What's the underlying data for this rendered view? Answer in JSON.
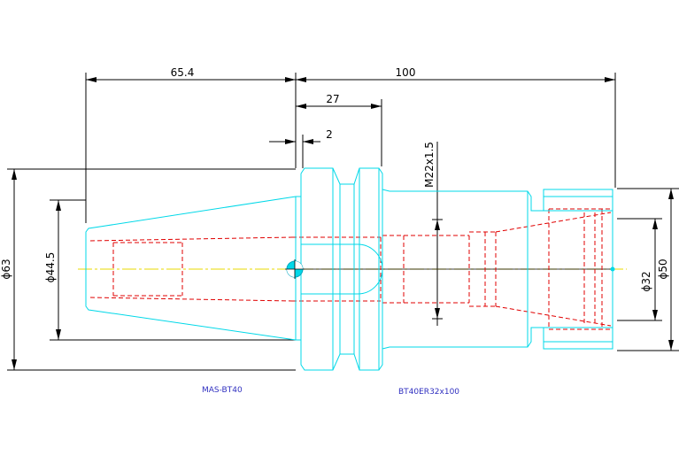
{
  "dimensions": {
    "length_overall": "100",
    "taper_length": "65.4",
    "flange_width": "27",
    "flange_offset": "2",
    "thread": "M22x1.5",
    "dia_flange": "ϕ63",
    "dia_taper": "ϕ44.5",
    "dia_nut": "ϕ50",
    "dia_collet": "ϕ32"
  },
  "labels": {
    "spindle_standard": "MAS-BT40",
    "holder_model": "BT40ER32x100"
  },
  "colors": {
    "outline": "#00d8e8",
    "hidden": "#e00000",
    "centerline": "#e8d800",
    "dimension": "#000000",
    "label": "#3030c0"
  }
}
